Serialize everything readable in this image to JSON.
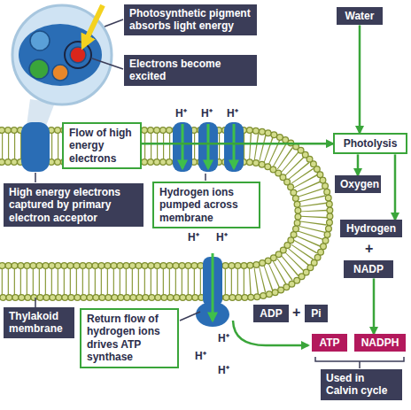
{
  "diagram": {
    "nodes": [
      {
        "text": [
          "Photosynthetic pigment absorbs light energy"
        ]
      },
      {
        "text": [
          "Electrons become excited"
        ]
      },
      {
        "text": [
          "Flow of high energy electrons"
        ]
      },
      {
        "text": [
          "High energy electrons captured by primary electron acceptor"
        ]
      },
      {
        "text": [
          "Hydrogen ions pumped across membrane"
        ]
      },
      {
        "text": [
          "Water"
        ]
      },
      {
        "text": [
          "Photolysis"
        ]
      },
      {
        "text": [
          "Oxygen"
        ]
      },
      {
        "text": [
          "Hydrogen"
        ]
      },
      {
        "text": [
          "NADP"
        ]
      },
      {
        "text": [
          "ATP"
        ]
      },
      {
        "text": [
          "NADPH"
        ]
      },
      {
        "text": [
          "Used in Calvin cycle"
        ]
      },
      {
        "text": [
          "Thylakoid membrane"
        ]
      },
      {
        "text": [
          "Return flow of hydrogen ions drives ATP synthase"
        ]
      },
      {
        "text": [
          "ADP"
        ]
      },
      {
        "text": [
          "Pi"
        ]
      }
    ],
    "edges": [
      {
        "from": 5,
        "to": 6,
        "arrow": "to"
      },
      {
        "from": 6,
        "to": 7,
        "arrow": "to"
      },
      {
        "from": 6,
        "to": 8,
        "arrow": "to"
      },
      {
        "from": 9,
        "to": 11,
        "arrow": "to"
      },
      {
        "from": 2,
        "to": 6,
        "arrow": "to"
      }
    ],
    "labels": [
      "H⁺",
      "H⁺",
      "H⁺",
      "H⁺",
      "H⁺",
      "H⁺",
      "H⁺",
      "H⁺",
      "+",
      "+"
    ]
  }
}
